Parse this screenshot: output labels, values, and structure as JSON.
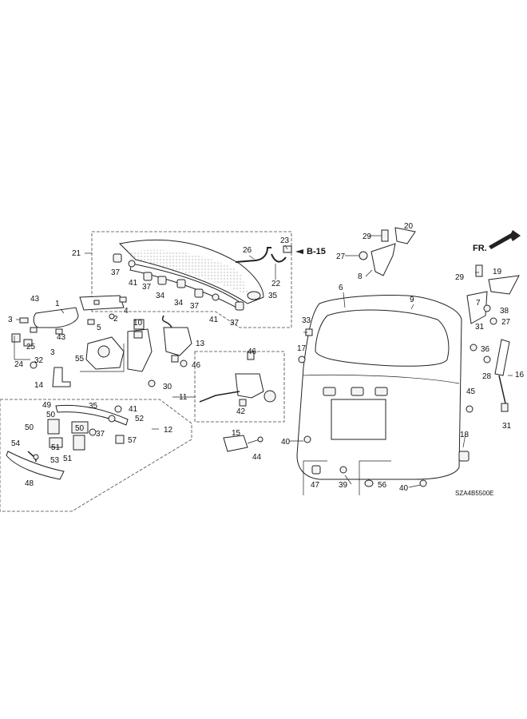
{
  "diagram": {
    "section_ref": "B-15",
    "direction_label": "FR.",
    "code": "SZA4B5500E",
    "callouts": [
      "1",
      "2",
      "3",
      "3",
      "4",
      "5",
      "6",
      "7",
      "8",
      "9",
      "10",
      "11",
      "12",
      "13",
      "14",
      "15",
      "16",
      "17",
      "18",
      "19",
      "20",
      "21",
      "22",
      "23",
      "24",
      "25",
      "26",
      "27",
      "27",
      "28",
      "29",
      "29",
      "30",
      "31",
      "31",
      "32",
      "33",
      "34",
      "34",
      "35",
      "35",
      "36",
      "37",
      "37",
      "37",
      "37",
      "37",
      "38",
      "39",
      "40",
      "40",
      "41",
      "41",
      "41",
      "42",
      "43",
      "43",
      "44",
      "45",
      "46",
      "46",
      "47",
      "48",
      "49",
      "50",
      "50",
      "50",
      "51",
      "51",
      "52",
      "53",
      "54",
      "55",
      "56",
      "57"
    ]
  }
}
